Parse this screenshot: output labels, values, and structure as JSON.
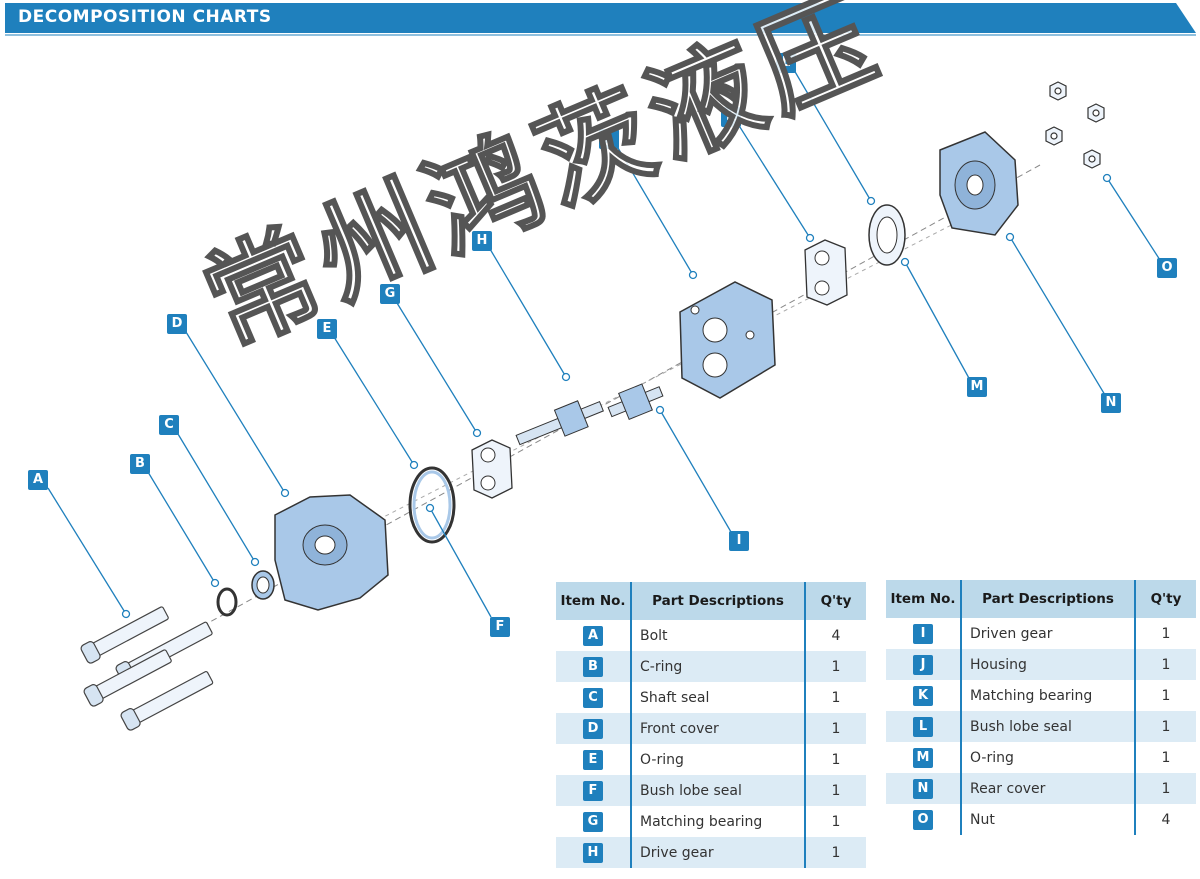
{
  "header": {
    "title": "DECOMPOSITION CHARTS",
    "color": "#1f80bd"
  },
  "callouts": [
    "A",
    "B",
    "C",
    "D",
    "E",
    "F",
    "G",
    "H",
    "I",
    "J",
    "K",
    "L",
    "M",
    "N",
    "O"
  ],
  "table_headers": {
    "item": "Item No.",
    "desc": "Part Descriptions",
    "qty": "Q'ty"
  },
  "parts_left": [
    {
      "item": "A",
      "desc": "Bolt",
      "qty": "4"
    },
    {
      "item": "B",
      "desc": "C-ring",
      "qty": "1"
    },
    {
      "item": "C",
      "desc": "Shaft seal",
      "qty": "1"
    },
    {
      "item": "D",
      "desc": "Front cover",
      "qty": "1"
    },
    {
      "item": "E",
      "desc": "O-ring",
      "qty": "1"
    },
    {
      "item": "F",
      "desc": "Bush lobe seal",
      "qty": "1"
    },
    {
      "item": "G",
      "desc": "Matching bearing",
      "qty": "1"
    },
    {
      "item": "H",
      "desc": "Drive gear",
      "qty": "1"
    }
  ],
  "parts_right": [
    {
      "item": "I",
      "desc": "Driven gear",
      "qty": "1"
    },
    {
      "item": "J",
      "desc": "Housing",
      "qty": "1"
    },
    {
      "item": "K",
      "desc": "Matching bearing",
      "qty": "1"
    },
    {
      "item": "L",
      "desc": "Bush lobe seal",
      "qty": "1"
    },
    {
      "item": "M",
      "desc": "O-ring",
      "qty": "1"
    },
    {
      "item": "N",
      "desc": "Rear cover",
      "qty": "1"
    },
    {
      "item": "O",
      "desc": "Nut",
      "qty": "4"
    }
  ],
  "watermark": "常州鸿茨液压",
  "colors": {
    "accent": "#1f80bd",
    "part_fill": "#a9c8e8",
    "table_header": "#bcd9ea",
    "table_alt_row": "#dcebf5"
  }
}
